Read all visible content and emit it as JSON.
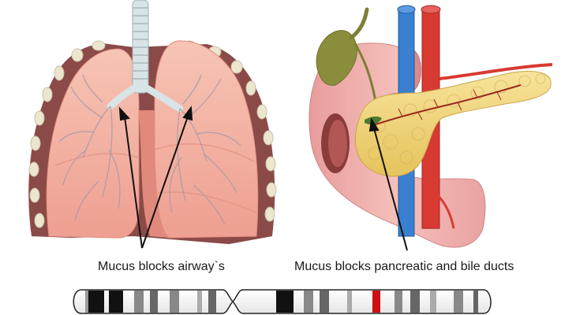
{
  "labels": {
    "lungs": "Mucus blocks airway`s",
    "pancreas": "Mucus blocks pancreatic and bile ducts"
  },
  "colors": {
    "lung_fill": "#f4b7a6",
    "lung_shade": "#e89888",
    "pleura": "#8a4a48",
    "rib_dot": "#ede6cf",
    "trachea": "#d8e4e6",
    "bronchi": "#a99aa8",
    "stomach": "#eba6a6",
    "pancreas": "#f1d873",
    "gallbladder": "#8a8e3c",
    "vein": "#3a7fd0",
    "artery": "#d83a32",
    "chromosome_band": "#1a1a1a",
    "chromosome_highlight": "#cc1111"
  },
  "icons": {
    "lungs": "lungs-illustration",
    "digestive": "pancreas-stomach-illustration",
    "chromosome": "chromosome-band-icon"
  },
  "chromosome": {
    "bands": [
      {
        "shade": "#9a9a9a"
      },
      {
        "shade": "#111111"
      },
      {
        "shade": "#111111"
      },
      {
        "shade": "#888888"
      },
      {
        "shade": "#666666"
      },
      {
        "shade": "#888888"
      },
      {
        "shade": "#aaaaaa"
      },
      {
        "shade": "#666666"
      },
      {
        "shade": "#111111"
      },
      {
        "shade": "#888888"
      },
      {
        "shade": "#666666"
      },
      {
        "shade": "#aaaaaa"
      },
      {
        "shade": "#cc1111"
      },
      {
        "shade": "#888888"
      },
      {
        "shade": "#666666"
      },
      {
        "shade": "#aaaaaa"
      },
      {
        "shade": "#888888"
      },
      {
        "shade": "#666666"
      }
    ]
  }
}
